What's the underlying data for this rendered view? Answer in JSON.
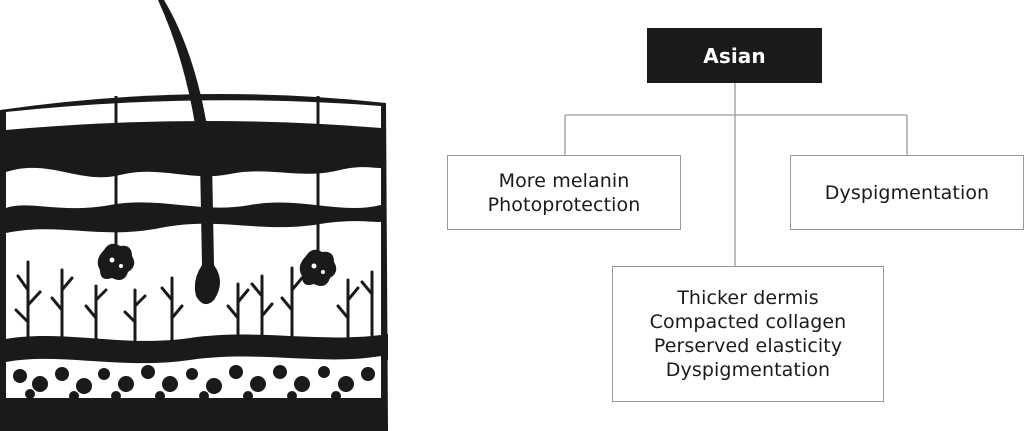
{
  "diagram": {
    "root": {
      "label": "Asian"
    },
    "left": {
      "lines": [
        "More melanin",
        "Photoprotection"
      ]
    },
    "right": {
      "lines": [
        "Dyspigmentation"
      ]
    },
    "bottom": {
      "lines": [
        "Thicker dermis",
        "Compacted collagen",
        "Perserved elasticity",
        "Dyspigmentation"
      ]
    }
  },
  "colors": {
    "ink": "#1a1a1a",
    "connector": "#9a9a9a",
    "background": "#ffffff"
  },
  "illustration": {
    "icon": "skin-cross-section-icon"
  }
}
